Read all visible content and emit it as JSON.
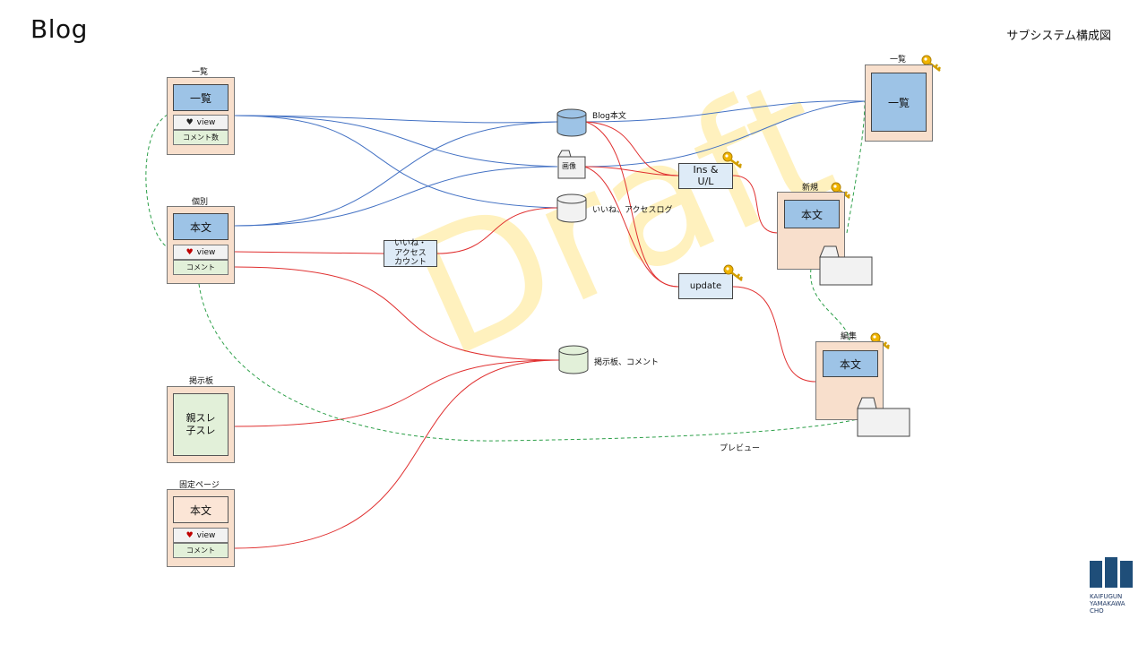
{
  "header": {
    "title": "Blog",
    "subtitle": "サブシステム構成図"
  },
  "watermark": "Draft",
  "public_screens": {
    "list": {
      "caption": "一覧",
      "main": "一覧",
      "view": "view",
      "comment": "コメント数"
    },
    "detail": {
      "caption": "個別",
      "main": "本文",
      "view": "view",
      "comment": "コメント"
    },
    "board": {
      "caption": "掲示板",
      "main_line1": "親スレ",
      "main_line2": "子スレ"
    },
    "fixed_page": {
      "caption": "固定ページ",
      "main": "本文",
      "view": "view",
      "comment": "コメント"
    }
  },
  "data_stores": {
    "blog_body": "Blog本文",
    "image": "画像",
    "likes_log": "いいね、アクセスログ",
    "board_comment": "掲示板、コメント"
  },
  "processes": {
    "like_count_line1": "いいね・",
    "like_count_line2": "アクセス",
    "like_count_line3": "カウント",
    "insert_upload_line1": "Ins &",
    "insert_upload_line2": "U/L",
    "update": "update"
  },
  "admin_screens": {
    "list": {
      "caption": "一覧",
      "main": "一覧"
    },
    "new": {
      "caption": "新規",
      "main": "本文"
    },
    "edit": {
      "caption": "編集",
      "main": "本文"
    }
  },
  "preview_label": "プレビュー",
  "logo": {
    "line1": "KAIFUGUN",
    "line2": "YAMAKAWA",
    "line3": "CHO"
  },
  "colors": {
    "blue_link": "#4472c4",
    "red_link": "#e03030",
    "green_link": "#2ea04a",
    "key": "#f0b400"
  }
}
